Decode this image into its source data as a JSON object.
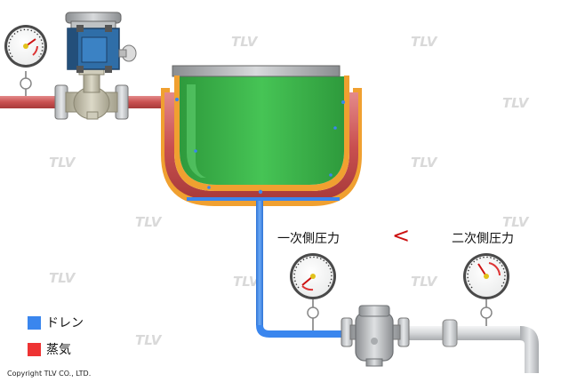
{
  "watermark": "TLV",
  "labels": {
    "primary_pressure": "一次側圧力",
    "secondary_pressure": "二次側圧力",
    "less_than": "<"
  },
  "legend": [
    {
      "label": "ドレン",
      "color": "#3a86ee"
    },
    {
      "label": "蒸気",
      "color": "#ee3333"
    }
  ],
  "copyright": "Copyright TLV CO., LTD.",
  "colors": {
    "drain": "#3a86ee",
    "steam": "#cf4b4b",
    "product": "#3db84a",
    "jacket": "#f0a030",
    "pipe_gray": "#d8dadc",
    "lt_sign": "#cc1111"
  },
  "gauge_readings": {
    "supply_gauge": 0.6,
    "primary_gauge": 0.35,
    "secondary_gauge": 0.55
  }
}
